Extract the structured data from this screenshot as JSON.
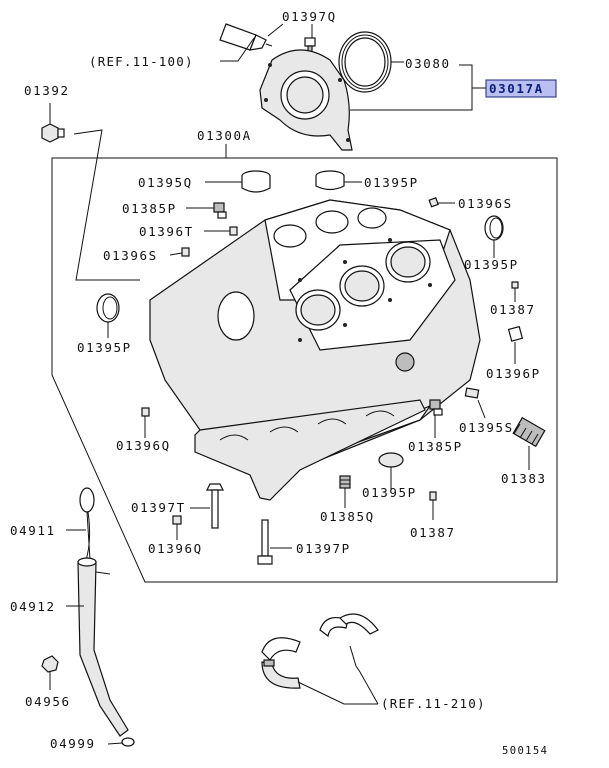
{
  "highlight_color": "#b9bff0",
  "highlight_border": "#1a237e",
  "diagram_number": "500154",
  "labels": {
    "p01397Q": "01397Q",
    "ref11_100": "(REF.11-100)",
    "p03080": "03080",
    "p03017A": "03017A",
    "p01392": "01392",
    "p01300A": "01300A",
    "p01395Q": "01395Q",
    "p01395P_a": "01395P",
    "p01385P_a": "01385P",
    "p01396S_a": "01396S",
    "p01396T": "01396T",
    "p01396S_b": "01396S",
    "p01395P_b": "01395P",
    "p01387_a": "01387",
    "p01395P_c": "01395P",
    "p01396P": "01396P",
    "p01396Q_a": "01396Q",
    "p01395S": "01395S",
    "p01385P_b": "01385P",
    "p01383": "01383",
    "p01395P_d": "01395P",
    "p01397T": "01397T",
    "p01385Q": "01385Q",
    "p01387_b": "01387",
    "p04911": "04911",
    "p01396Q_b": "01396Q",
    "p01397P": "01397P",
    "p04912": "04912",
    "p04956": "04956",
    "ref11_210": "(REF.11-210)",
    "p04999": "04999"
  }
}
